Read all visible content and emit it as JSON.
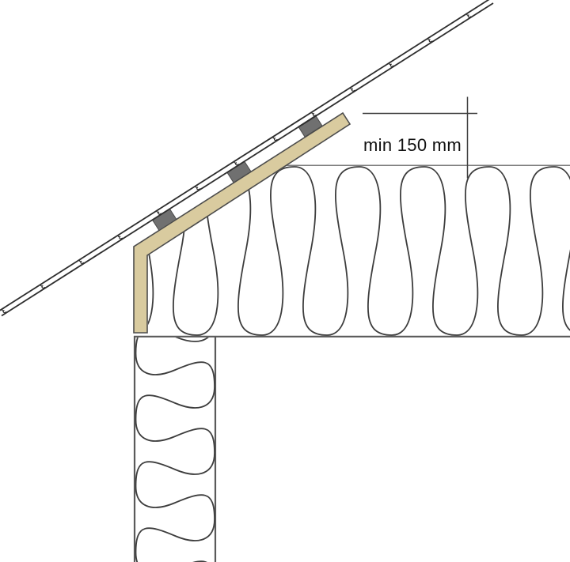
{
  "annotation": {
    "dimension_label": "min 150 mm"
  },
  "colors": {
    "background": "#ffffff",
    "board_fill": "#d9cb9f",
    "board_stroke": "#4c4c4c",
    "batten_fill": "#707070",
    "batten_stroke": "#4a4a4a",
    "membrane_stroke": "#2e2e2e",
    "insulation_stroke": "#3d3d3d",
    "insulation_boundary": "#5a5a5a",
    "insulation_top_boundary": "#7d7d7d",
    "dimension_stroke": "#3f3f3f",
    "label_color": "#111111"
  },
  "elements": {
    "membrane_marks_count": 13,
    "battens_count": 3
  }
}
